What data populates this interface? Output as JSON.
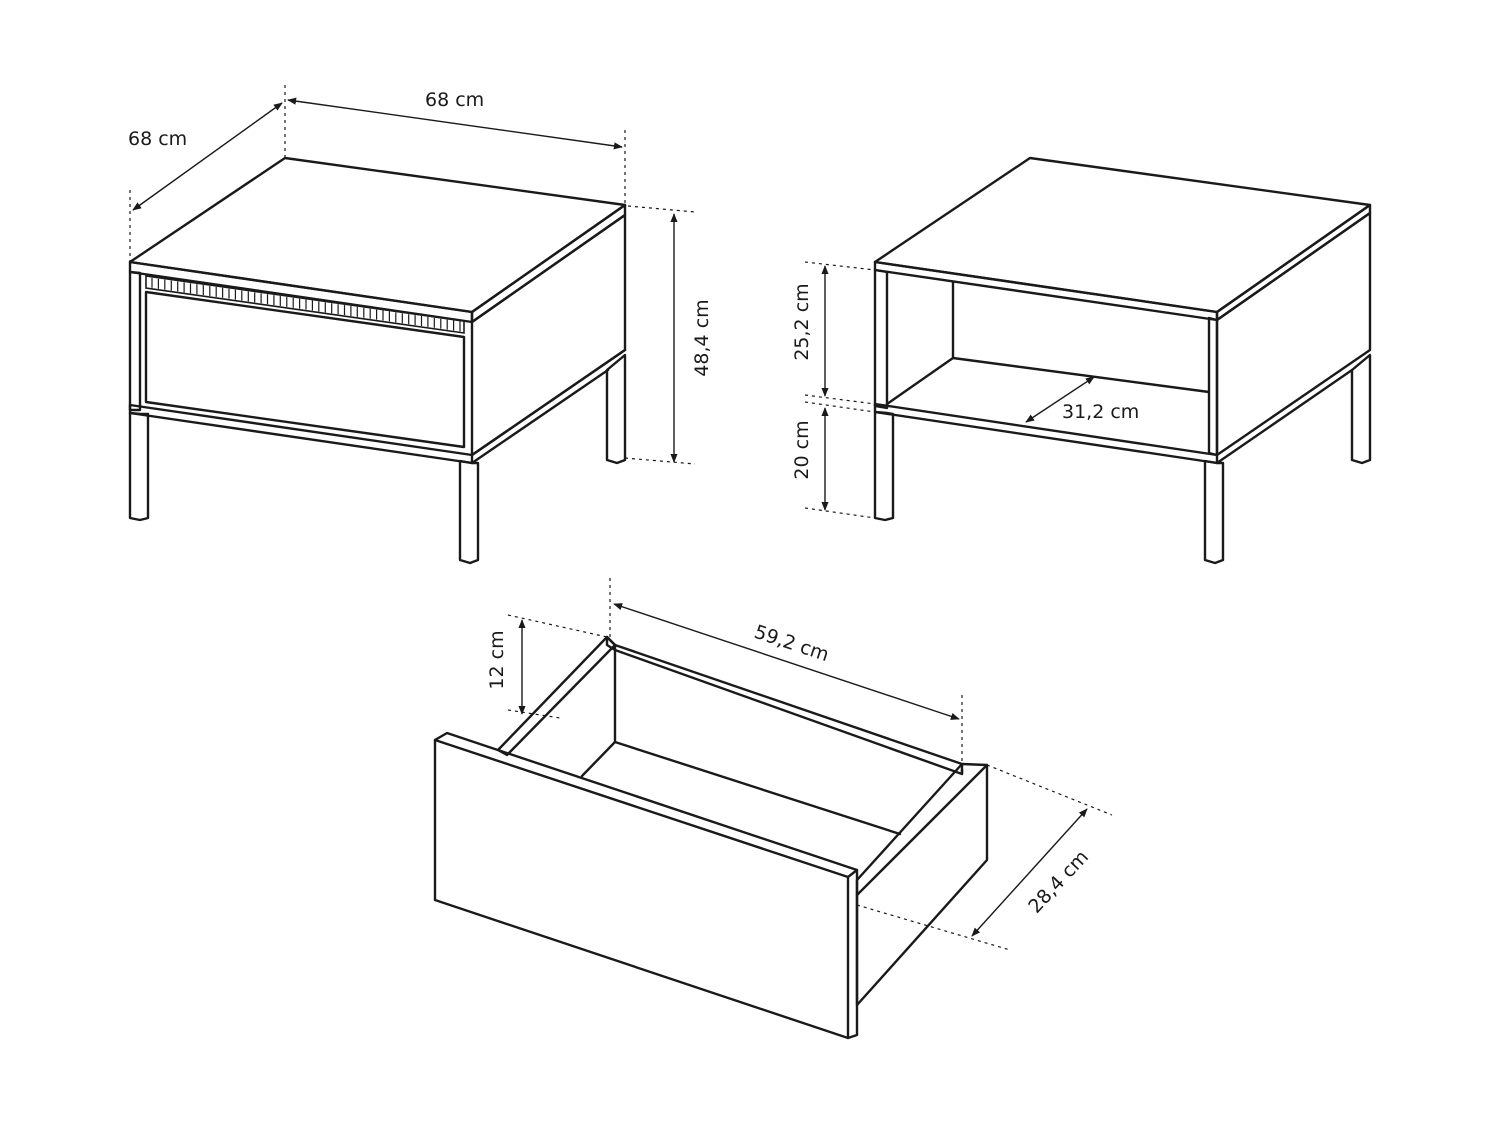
{
  "dimensions": {
    "table_depth": "68 cm",
    "table_width": "68 cm",
    "table_height": "48,4 cm",
    "shelf_upper_height": "25,2 cm",
    "shelf_lower_height": "20 cm",
    "shelf_depth": "31,2 cm",
    "drawer_width": "59,2 cm",
    "drawer_height": "12 cm",
    "drawer_depth": "28,4 cm"
  },
  "colors": {
    "line": "#1a1a1a",
    "background": "#ffffff"
  }
}
